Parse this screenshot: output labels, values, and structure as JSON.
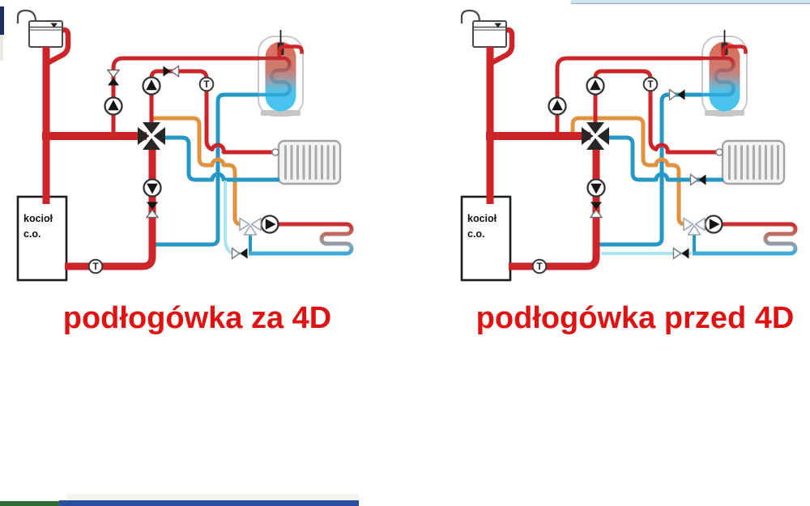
{
  "page": {
    "background": "#ffffff"
  },
  "diagrams": [
    {
      "caption": "podłogówka za 4D",
      "boiler_line1": "kocioł",
      "boiler_line2": "c.o.",
      "sensor_label": "T"
    },
    {
      "caption": "podłogówka przed 4D",
      "boiler_line1": "kocioł",
      "boiler_line2": "c.o.",
      "sensor_label": "T"
    }
  ],
  "colors": {
    "pipe_hot": "#cd2428",
    "pipe_mix_warm": "#e2913f",
    "pipe_cool": "#2497c6",
    "pipe_bypass": "#a8e4f2",
    "caption_red": "#e01111",
    "valve_dark": "#262626",
    "device_stroke": "#333333",
    "tank_hot": "#e06a58",
    "tank_cold": "#45c3f0",
    "edge_navy": "#1c2f63",
    "edge_lightblue": "#cfe3ef",
    "edge_green": "#2c6e35",
    "edge_blue": "#2b4f9e"
  }
}
